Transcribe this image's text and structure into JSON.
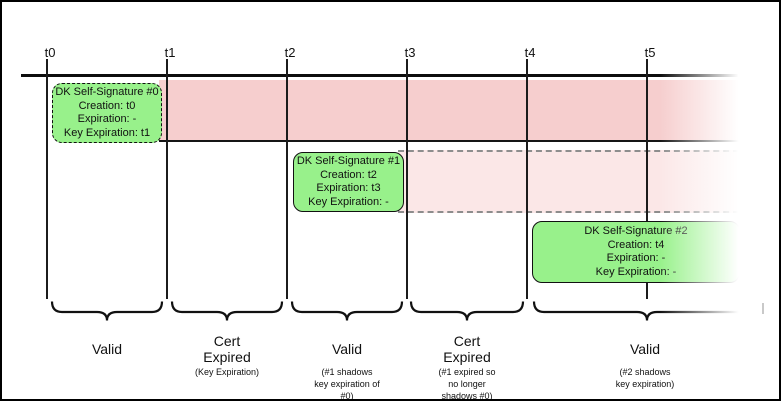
{
  "ticks": [
    "t0",
    "t1",
    "t2",
    "t3",
    "t4",
    "t5"
  ],
  "signatures": [
    {
      "title": "DK Self-Signature #0",
      "lines": [
        "Creation: t0",
        "Expiration: -",
        "Key Expiration: t1"
      ],
      "border": "dashed"
    },
    {
      "title": "DK Self-Signature #1",
      "lines": [
        "Creation: t2",
        "Expiration: t3",
        "Key Expiration: -"
      ],
      "border": "solid"
    },
    {
      "title": "DK Self-Signature #2",
      "lines": [
        "Creation: t4",
        "Expiration: -",
        "Key Expiration: -"
      ],
      "border": "solid"
    }
  ],
  "periods": [
    {
      "label": "Valid",
      "note_lines": []
    },
    {
      "label": "Cert Expired",
      "note_lines": [
        "(Key Expiration)"
      ]
    },
    {
      "label": "Valid",
      "note_lines": [
        "(#1 shadows",
        "key expiration of",
        "#0)"
      ]
    },
    {
      "label": "Cert Expired",
      "note_lines": [
        "(#1 expired so",
        "no longer",
        "shadows #0)"
      ]
    },
    {
      "label": "Valid",
      "note_lines": [
        "(#2 shadows",
        "key expiration)"
      ]
    }
  ],
  "colors": {
    "signature_fill": "#98f18b",
    "band_strong": "#f6cece",
    "band_light": "#fbe7e7",
    "line": "#111111"
  }
}
